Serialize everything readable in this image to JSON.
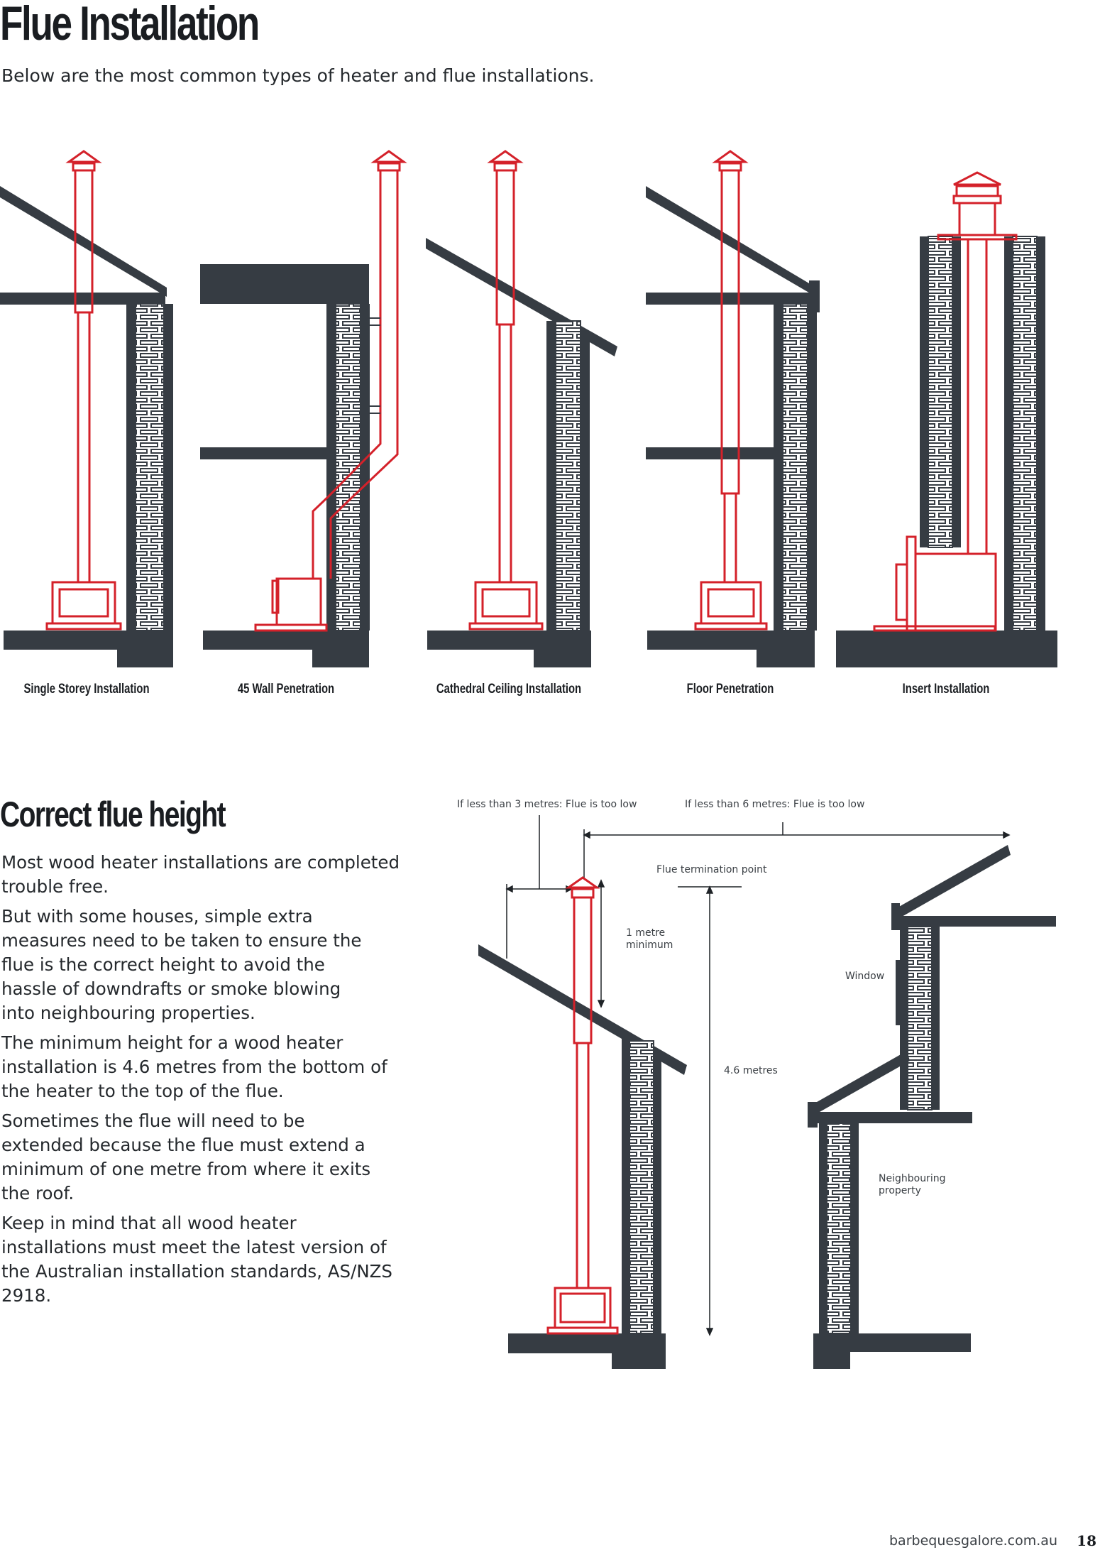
{
  "page": {
    "title": "Flue Installation",
    "intro": "Below are the most common types of heater and flue installations."
  },
  "installations": [
    {
      "label": "Single Storey Installation"
    },
    {
      "label": "45 Wall Penetration"
    },
    {
      "label": "Cathedral Ceiling Installation"
    },
    {
      "label": "Floor Penetration"
    },
    {
      "label": "Insert Installation"
    }
  ],
  "section": {
    "title": "Correct flue height",
    "paragraphs": [
      "Most wood heater installations are completed trouble free.",
      "But with some houses, simple extra measures need to be taken to ensure the flue is the correct height to avoid the hassle of downdrafts or smoke blowing into neighbouring properties.",
      "The minimum height for a wood heater installation is 4.6 metres from the bottom of the heater to the top of the flue.",
      "Sometimes the flue will need to be extended because the flue must extend a minimum of one metre from where it exits the roof.",
      "Keep in mind that all wood heater installations must meet the latest version of the Australian installation standards, AS/NZS 2918."
    ]
  },
  "height_diagram": {
    "label_3m": "If less than 3 metres: Flue is too low",
    "label_6m": "If less than 6 metres: Flue is too low",
    "termination": "Flue termination point",
    "one_metre_line1": "1 metre",
    "one_metre_line2": "minimum",
    "window": "Window",
    "height": "4.6 metres",
    "neighbour_line1": "Neighbouring",
    "neighbour_line2": "property"
  },
  "footer": {
    "website": "barbequesgalore.com.au",
    "page_number": "18"
  },
  "colors": {
    "flue_red": "#d4212a",
    "structure_dark": "#363c43",
    "text": "#25292d"
  }
}
